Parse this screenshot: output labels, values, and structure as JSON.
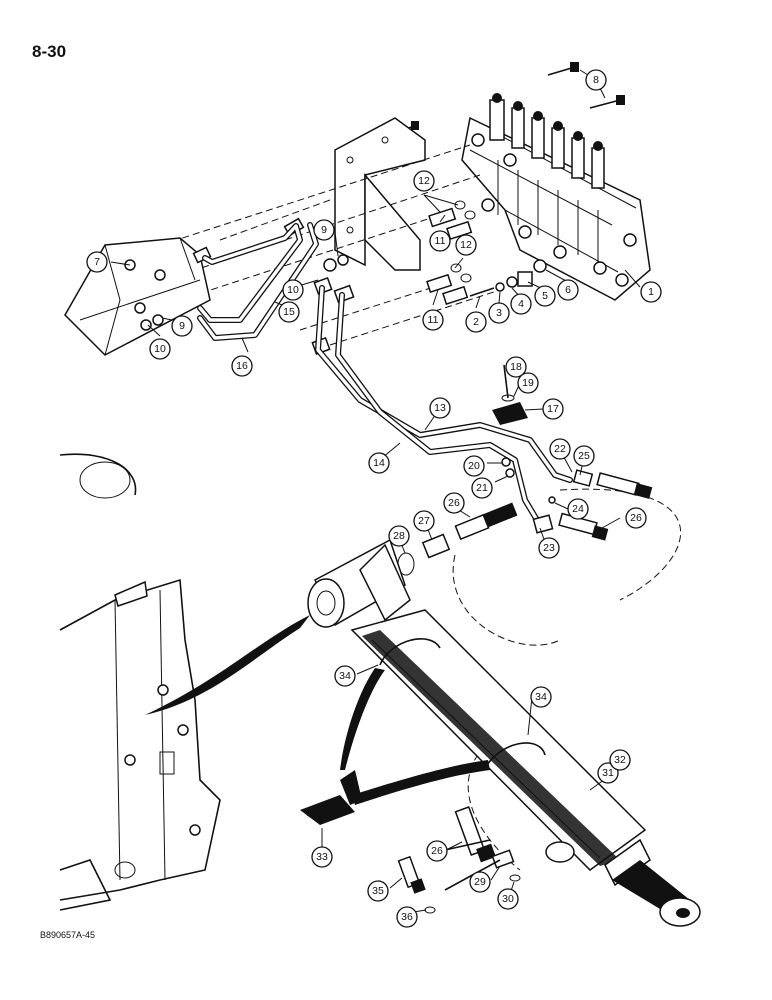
{
  "page_number": "8-30",
  "figure_code": "B890657A-45",
  "callouts": [
    {
      "id": "1",
      "label": "1"
    },
    {
      "id": "2",
      "label": "2"
    },
    {
      "id": "3",
      "label": "3"
    },
    {
      "id": "4",
      "label": "4"
    },
    {
      "id": "5",
      "label": "5"
    },
    {
      "id": "6",
      "label": "6"
    },
    {
      "id": "7",
      "label": "7"
    },
    {
      "id": "8",
      "label": "8"
    },
    {
      "id": "9a",
      "label": "9"
    },
    {
      "id": "9b",
      "label": "9"
    },
    {
      "id": "10a",
      "label": "10"
    },
    {
      "id": "10b",
      "label": "10"
    },
    {
      "id": "11a",
      "label": "11"
    },
    {
      "id": "11b",
      "label": "11"
    },
    {
      "id": "12a",
      "label": "12"
    },
    {
      "id": "12b",
      "label": "12"
    },
    {
      "id": "13",
      "label": "13"
    },
    {
      "id": "14",
      "label": "14"
    },
    {
      "id": "15",
      "label": "15"
    },
    {
      "id": "16",
      "label": "16"
    },
    {
      "id": "17",
      "label": "17"
    },
    {
      "id": "18",
      "label": "18"
    },
    {
      "id": "19",
      "label": "19"
    },
    {
      "id": "20",
      "label": "20"
    },
    {
      "id": "21",
      "label": "21"
    },
    {
      "id": "22",
      "label": "22"
    },
    {
      "id": "23",
      "label": "23"
    },
    {
      "id": "24",
      "label": "24"
    },
    {
      "id": "25",
      "label": "25"
    },
    {
      "id": "26a",
      "label": "26"
    },
    {
      "id": "26b",
      "label": "26"
    },
    {
      "id": "26c",
      "label": "26"
    },
    {
      "id": "27",
      "label": "27"
    },
    {
      "id": "28",
      "label": "28"
    },
    {
      "id": "29",
      "label": "29"
    },
    {
      "id": "30",
      "label": "30"
    },
    {
      "id": "31",
      "label": "31"
    },
    {
      "id": "32",
      "label": "32"
    },
    {
      "id": "33",
      "label": "33"
    },
    {
      "id": "34a",
      "label": "34"
    },
    {
      "id": "34b",
      "label": "34"
    },
    {
      "id": "35",
      "label": "35"
    },
    {
      "id": "36",
      "label": "36"
    }
  ]
}
